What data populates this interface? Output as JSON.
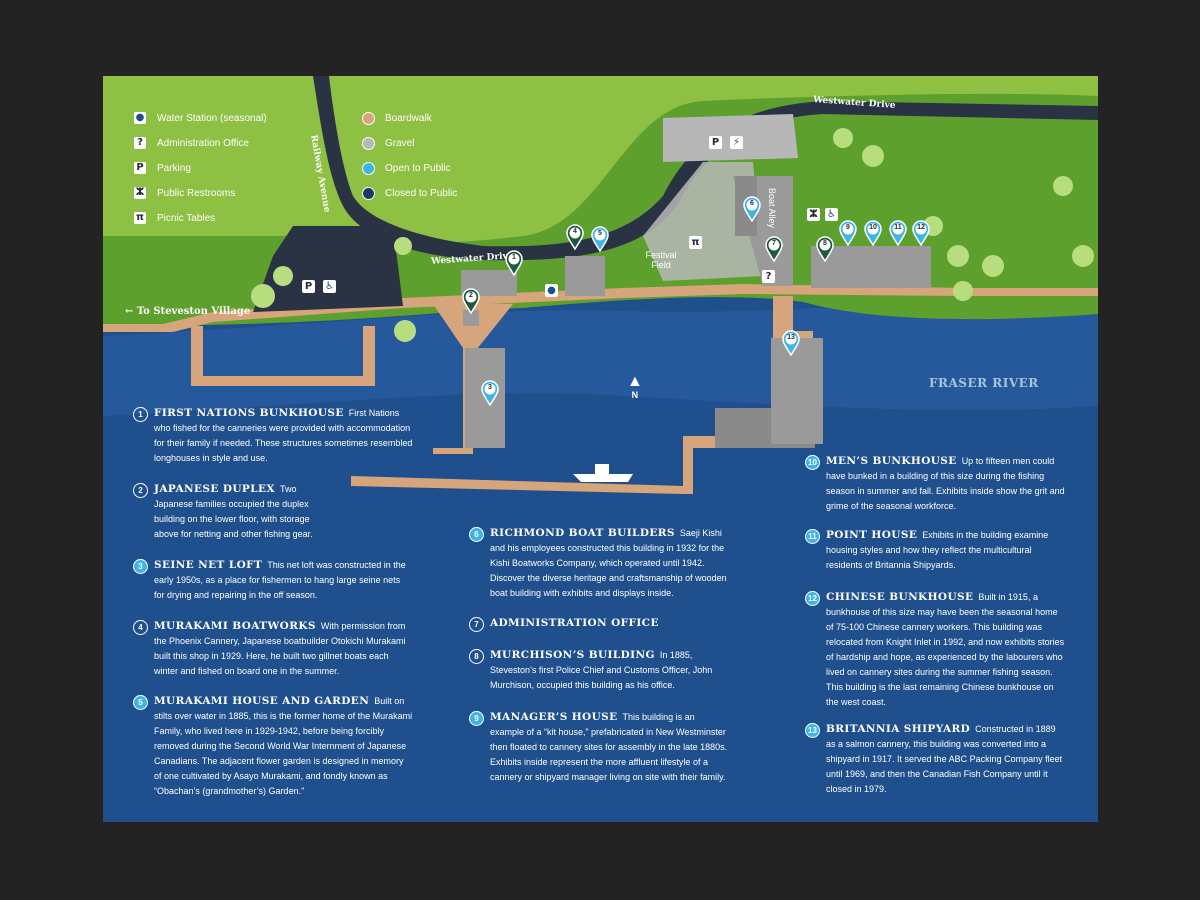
{
  "legend": {
    "amenities": [
      {
        "icon": "water-drop-icon",
        "glyph": "💧",
        "label": "Water Station (seasonal)"
      },
      {
        "icon": "question-icon",
        "glyph": "?",
        "label": "Administration Office"
      },
      {
        "icon": "parking-icon",
        "glyph": "P",
        "label": "Parking"
      },
      {
        "icon": "restroom-icon",
        "glyph": "🚻",
        "label": "Public Restrooms"
      },
      {
        "icon": "picnic-table-icon",
        "glyph": "⊼",
        "label": "Picnic Tables"
      }
    ],
    "surfaces": [
      {
        "label": "Boardwalk",
        "color": "#d6a57c"
      },
      {
        "label": "Gravel",
        "color": "#b7b7b7"
      },
      {
        "label": "Open to Public",
        "color": "#3fb4e6"
      },
      {
        "label": "Closed to Public",
        "color": "#1a3a66"
      }
    ]
  },
  "map_labels": {
    "railway_avenue": "Railway Avenue",
    "westwater_drive_top": "Westwater Drive",
    "westwater_drive_mid": "Westwater Drive",
    "festival_field": "Festival Field",
    "boat_alley": "Boat Alley",
    "to_steveston": "To Steveston Village",
    "river": "FRASER RIVER",
    "north": "N"
  },
  "colors": {
    "grass": "#8dc043",
    "grass_dark": "#5ea02d",
    "river_light": "#2a63a8",
    "river_dark": "#1f4f8c",
    "road": "#2a3344",
    "boardwalk": "#d6a57c",
    "gravel": "#b7b7b7",
    "building": "#9a9a9a",
    "pin_open": "#3fb4e6",
    "pin_closed": "#1e5a3e"
  },
  "sites": [
    {
      "num": "1",
      "status": "closed",
      "title": "First Nations Bunkhouse",
      "desc": "First Nations who fished for the canneries were provided with accommodation for their family if needed. These structures sometimes resembled longhouses in style and use."
    },
    {
      "num": "2",
      "status": "closed",
      "title": "Japanese Duplex",
      "desc": "Two Japanese families occupied the duplex building on the lower floor, with storage above for netting and other fishing gear."
    },
    {
      "num": "3",
      "status": "open",
      "title": "Seine Net Loft",
      "desc": "This net loft was constructed in the early 1950s, as a place for fishermen to hang large seine nets for drying and repairing in the off season."
    },
    {
      "num": "4",
      "status": "closed",
      "title": "Murakami Boatworks",
      "desc": "With permission from the Phoenix Cannery, Japanese boatbuilder Otokichi Murakami built this shop in 1929. Here, he built two gillnet boats each winter and fished on board one in the summer."
    },
    {
      "num": "5",
      "status": "open",
      "title": "Murakami House and Garden",
      "desc": "Built on stilts over water in 1885, this is the former home of the Murakami Family, who lived here in 1929-1942, before being forcibly removed during the Second World War Internment of Japanese Canadians. The adjacent flower garden is designed in memory of one cultivated by Asayo Murakami, and fondly known as “Obachan’s (grandmother’s) Garden.”"
    },
    {
      "num": "6",
      "status": "open",
      "title": "Richmond Boat Builders",
      "desc": "Saeji Kishi and his employees constructed this building in 1932 for the Kishi Boatworks Company, which operated until 1942. Discover the diverse heritage and craftsmanship of wooden boat building with exhibits and displays inside."
    },
    {
      "num": "7",
      "status": "closed",
      "title": "Administration Office",
      "desc": ""
    },
    {
      "num": "8",
      "status": "closed",
      "title": "Murchison’s Building",
      "desc": "In 1885, Steveston’s first Police Chief and Customs Officer, John Murchison, occupied this building as his office."
    },
    {
      "num": "9",
      "status": "open",
      "title": "Manager’s House",
      "desc": "This building is an example of a “kit house,” prefabricated in New Westminster then floated to cannery sites for assembly in the late 1880s. Exhibits inside represent the more affluent lifestyle of a cannery or shipyard manager living on site with their family."
    },
    {
      "num": "10",
      "status": "open",
      "title": "Men’s Bunkhouse",
      "desc": "Up to fifteen men could have bunked in a building of this size during the fishing season in summer and fall. Exhibits inside show the grit and grime of the seasonal workforce."
    },
    {
      "num": "11",
      "status": "open",
      "title": "Point House",
      "desc": "Exhibits in the building examine housing styles and how they reflect the multicultural residents of Britannia Shipyards."
    },
    {
      "num": "12",
      "status": "open",
      "title": "Chinese Bunkhouse",
      "desc": "Built in 1915, a bunkhouse of this size may have been the seasonal home of 75-100 Chinese cannery workers. This building was relocated from Knight Inlet in 1992, and now exhibits stories of hardship and hope, as experienced by the labourers who lived on cannery sites during the summer fishing season. This building is the last remaining Chinese bunkhouse on the west coast."
    },
    {
      "num": "13",
      "status": "open",
      "title": "Britannia Shipyard",
      "desc": "Constructed in 1889 as a salmon cannery, this building was converted into a shipyard in 1917. It served the ABC Packing Company fleet until 1969, and then the Canadian Fish Company until it closed in 1979."
    }
  ],
  "pins": [
    {
      "num": "1",
      "status": "closed"
    },
    {
      "num": "2",
      "status": "closed"
    },
    {
      "num": "3",
      "status": "open"
    },
    {
      "num": "4",
      "status": "closed"
    },
    {
      "num": "5",
      "status": "open"
    },
    {
      "num": "6",
      "status": "open"
    },
    {
      "num": "7",
      "status": "closed"
    },
    {
      "num": "8",
      "status": "closed"
    },
    {
      "num": "9",
      "status": "open"
    },
    {
      "num": "10",
      "status": "open"
    },
    {
      "num": "11",
      "status": "open"
    },
    {
      "num": "12",
      "status": "open"
    },
    {
      "num": "13",
      "status": "open"
    }
  ]
}
